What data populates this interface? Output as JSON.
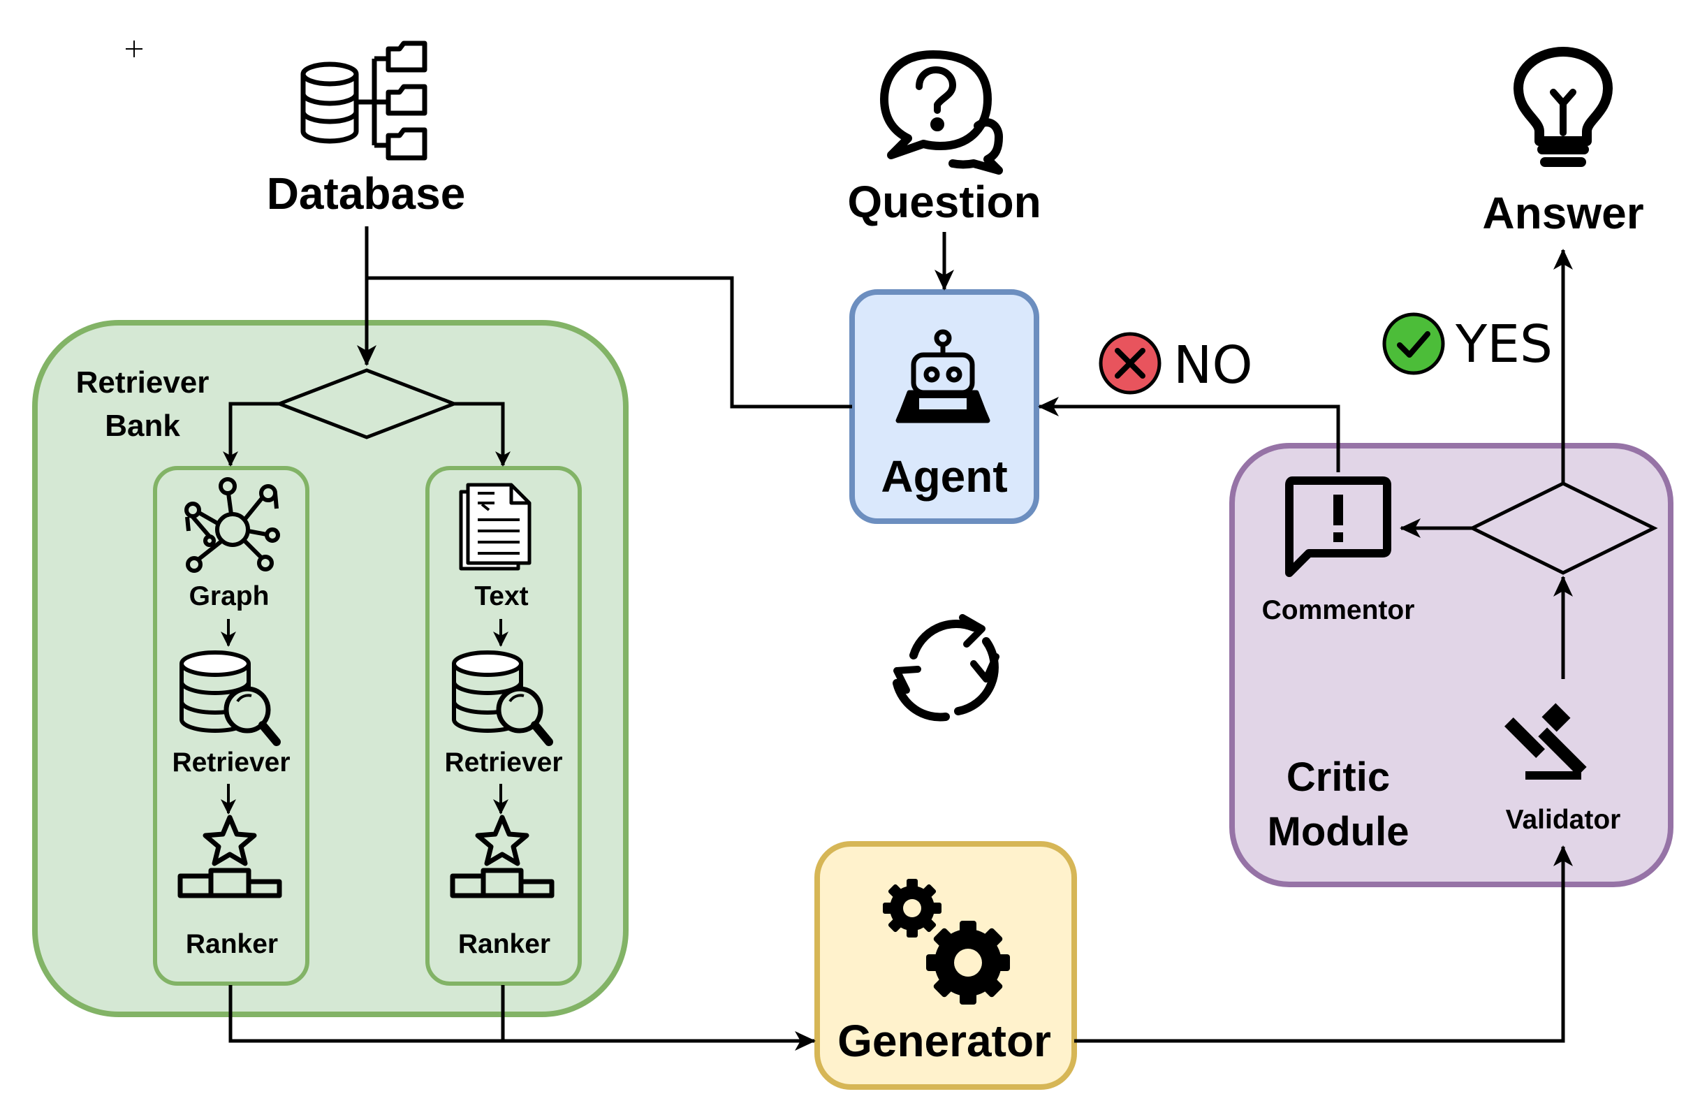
{
  "colors": {
    "retriever_bank_fill": "#d5e8d4",
    "retriever_bank_stroke": "#82b366",
    "agent_fill": "#dae8fc",
    "agent_stroke": "#6c8ebf",
    "generator_fill": "#fff2cc",
    "generator_stroke": "#d6b656",
    "critic_fill": "#e1d5e7",
    "critic_stroke": "#9673a6",
    "no_badge": "#e8545d",
    "yes_badge": "#4cbd39"
  },
  "nodes": {
    "database": "Database",
    "question": "Question",
    "answer": "Answer",
    "agent": "Agent",
    "generator": "Generator",
    "retriever_bank_line1": "Retriever",
    "retriever_bank_line2": "Bank",
    "graph": "Graph",
    "text": "Text",
    "retriever_left": "Retriever",
    "retriever_right": "Retriever",
    "ranker_left": "Ranker",
    "ranker_right": "Ranker",
    "commentor": "Commentor",
    "validator": "Validator",
    "critic_line1": "Critic",
    "critic_line2": "Module"
  },
  "edges": {
    "no_label": "NO",
    "yes_label": "YES"
  },
  "icons": {
    "database": "database-folders-icon",
    "question": "question-bubble-icon",
    "answer": "lightbulb-icon",
    "agent": "robot-icon",
    "graph": "network-graph-icon",
    "text": "document-icon",
    "retriever": "database-search-icon",
    "ranker": "podium-star-icon",
    "generator": "gears-icon",
    "commentor": "alert-bubble-icon",
    "validator": "gavel-icon",
    "loop": "refresh-cycle-icon"
  }
}
